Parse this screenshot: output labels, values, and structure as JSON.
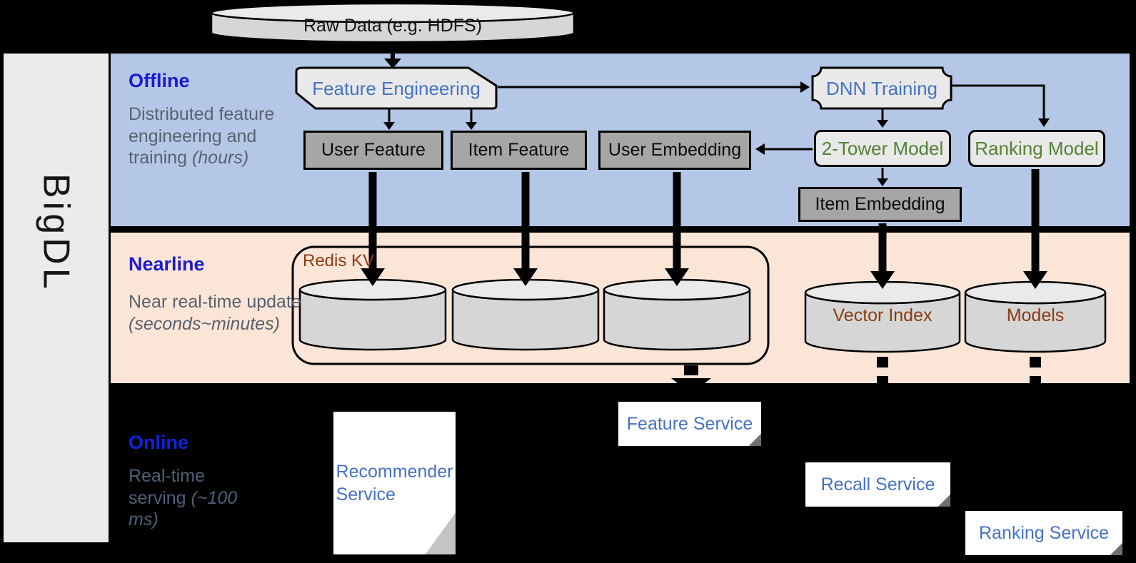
{
  "brand": {
    "label": "BigDL"
  },
  "raw_data": {
    "label": "Raw Data (e.g. HDFS)"
  },
  "sections": {
    "offline": {
      "title": "Offline",
      "description": "Distributed feature engineering and training",
      "duration": "(hours)"
    },
    "nearline": {
      "title": "Nearline",
      "description": "Near real-time update",
      "duration": "(seconds~minutes)"
    },
    "online": {
      "title": "Online",
      "description": "Real-time serving",
      "duration": "(~100 ms)"
    }
  },
  "nodes": {
    "feature_engineering": "Feature Engineering",
    "dnn_training": "DNN Training",
    "user_feature": "User Feature",
    "item_feature": "Item Feature",
    "user_embedding": "User Embedding",
    "two_tower_model": "2-Tower Model",
    "ranking_model": "Ranking Model",
    "item_embedding": "Item Embedding",
    "redis_kv": "Redis KV",
    "vector_index": "Vector Index",
    "models": "Models",
    "recommender_service": "Recommender Service",
    "feature_service": "Feature Service",
    "recall_service": "Recall Service",
    "ranking_service": "Ranking Service"
  },
  "colors": {
    "page-bg": "#000000",
    "offline-bg": "#b4c7e7",
    "nearline-bg": "#fbe5d6",
    "panel-bg": "#ebebeb",
    "section-title": "#1c1ccb",
    "online-title": "#0c24dd",
    "desc-text": "#5a6170",
    "online-desc-text": "#50607a",
    "gray-box": "#a6a6a6",
    "light-box": "#e9e9e9",
    "cylinder-body": "#d6d6d6",
    "cylinder-top": "#eaeaea",
    "model-text": "#548235",
    "storage-text": "#8a3c10",
    "service-text": "#4472c4",
    "outline": "#000000"
  }
}
